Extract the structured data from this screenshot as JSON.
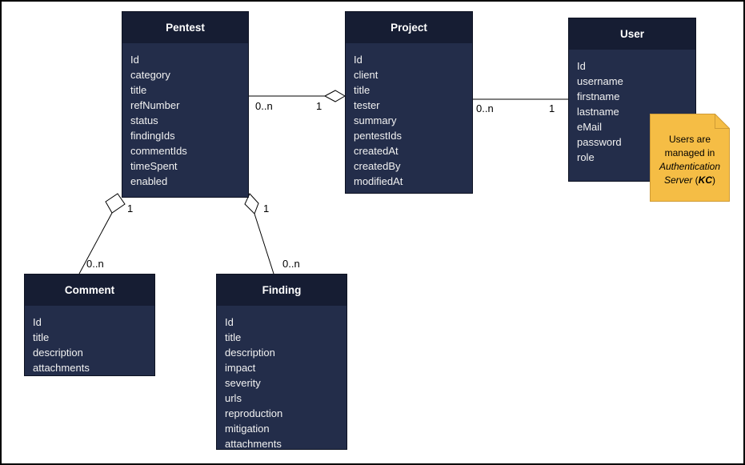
{
  "entities": {
    "pentest": {
      "title": "Pentest",
      "fields": [
        "Id",
        "category",
        "title",
        "refNumber",
        "status",
        "findingIds",
        "commentIds",
        "timeSpent",
        "enabled"
      ]
    },
    "project": {
      "title": "Project",
      "fields": [
        "Id",
        "client",
        "title",
        "tester",
        "summary",
        "pentestIds",
        "createdAt",
        "createdBy",
        "modifiedAt"
      ]
    },
    "user": {
      "title": "User",
      "fields": [
        "Id",
        "username",
        "firstname",
        "lastname",
        "eMail",
        "password",
        "role"
      ]
    },
    "comment": {
      "title": "Comment",
      "fields": [
        "Id",
        "title",
        "description",
        "attachments"
      ]
    },
    "finding": {
      "title": "Finding",
      "fields": [
        "Id",
        "title",
        "description",
        "impact",
        "severity",
        "urls",
        "reproduction",
        "mitigation",
        "attachments"
      ]
    }
  },
  "connectors": {
    "pentest_project": {
      "source": "Pentest",
      "target": "Project",
      "source_label": "0..n",
      "target_label": "1",
      "diamond_at": "Project"
    },
    "project_user": {
      "source": "Project",
      "target": "User",
      "source_label": "0..n",
      "target_label": "1",
      "diamond_at": "none"
    },
    "pentest_comment": {
      "source": "Pentest",
      "target": "Comment",
      "source_label": "1",
      "target_label": "0..n",
      "diamond_at": "Pentest"
    },
    "pentest_finding": {
      "source": "Pentest",
      "target": "Finding",
      "source_label": "1",
      "target_label": "0..n",
      "diamond_at": "Pentest"
    }
  },
  "note": {
    "text": "Users are managed in ",
    "italic_text": "Authentication Server",
    "paren_open": " (",
    "kc": "KC",
    "paren_close": ")"
  },
  "colors": {
    "entity_header": "#161d33",
    "entity_body": "#232d4a",
    "entity_text": "#f2f2f2",
    "note_fill": "#f5bd45",
    "note_border": "#cf9b35",
    "line": "#000000",
    "bg": "#ffffff"
  }
}
